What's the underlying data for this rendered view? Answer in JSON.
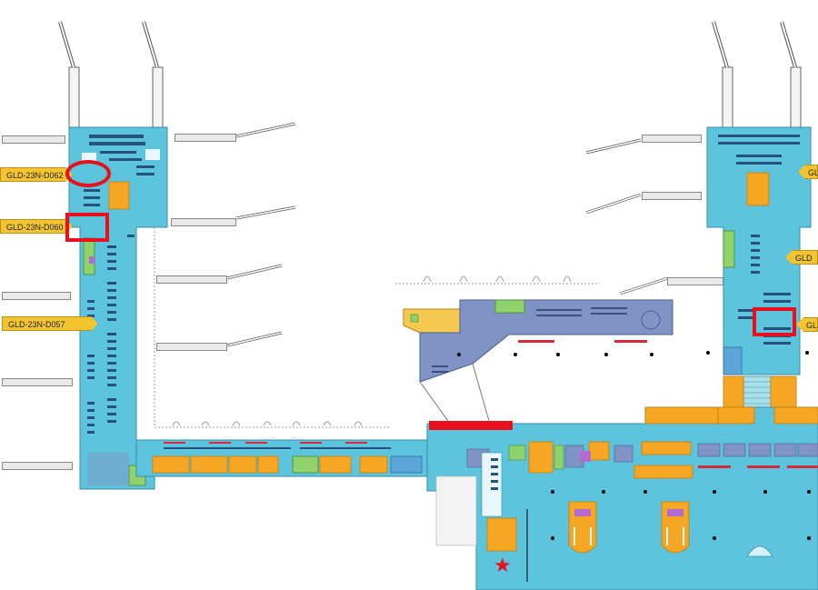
{
  "map": {
    "colors": {
      "terminal": "#5cc4dc",
      "shops": "#f5a623",
      "restrooms": "#8fd16b",
      "offices": "#7f93c4",
      "highlight": "#e8101c",
      "label_yellow": "#f4c430"
    },
    "gate_labels": {
      "d062": "GLD-23N-D062",
      "d060": "GLD-23N-D060",
      "d057": "GLD-23N-D057",
      "right_upper": "GLD",
      "right_middle": "GLD",
      "right_lower": "GLD"
    },
    "highlights": {
      "ellipse_icon": "red-ellipse-highlight",
      "square_left_icon": "red-square-highlight",
      "square_right_icon": "red-square-highlight",
      "bar_icon": "red-bar-highlight",
      "star_icon": "red-star-icon"
    }
  }
}
